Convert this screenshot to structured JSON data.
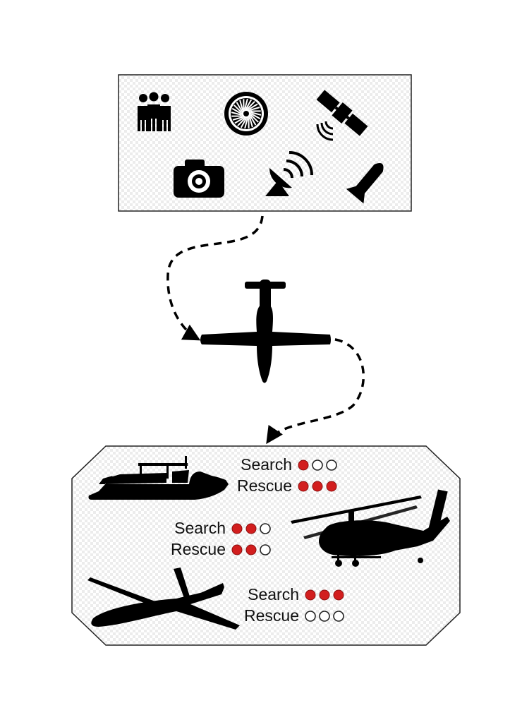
{
  "colors": {
    "filled_dot": "#d21e1e",
    "empty_dot": "#ffffff",
    "silhouette": "#000000",
    "panel_border": "#222222"
  },
  "sensor_panel": {
    "icons": [
      "people-group-icon",
      "turbine-engine-icon",
      "satellite-icon",
      "camera-icon",
      "radar-dish-icon",
      "missile-icon"
    ]
  },
  "central_vehicle": {
    "icon": "drone-aircraft-icon"
  },
  "assets": [
    {
      "icon": "boat-icon",
      "rows": [
        {
          "label": "Search",
          "level": 1,
          "max": 3
        },
        {
          "label": "Rescue",
          "level": 3,
          "max": 3
        }
      ]
    },
    {
      "icon": "helicopter-icon",
      "rows": [
        {
          "label": "Search",
          "level": 2,
          "max": 3
        },
        {
          "label": "Rescue",
          "level": 2,
          "max": 3
        }
      ]
    },
    {
      "icon": "uav-jet-icon",
      "rows": [
        {
          "label": "Search",
          "level": 3,
          "max": 3
        },
        {
          "label": "Rescue",
          "level": 0,
          "max": 3
        }
      ]
    }
  ]
}
